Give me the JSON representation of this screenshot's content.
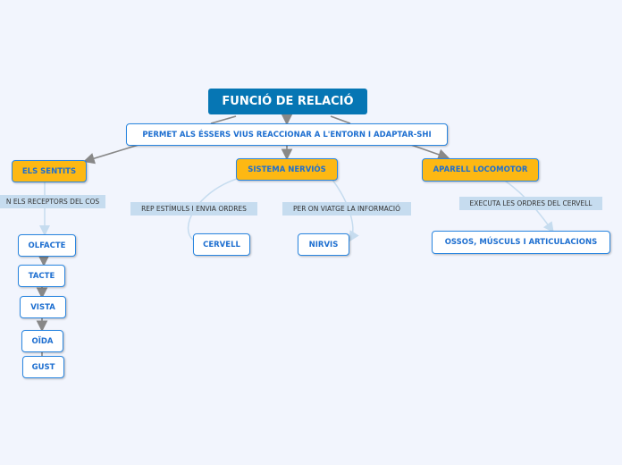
{
  "root": "FUNCIÓ DE RELACIÓ",
  "subtitle": "PERMET ALS ÉSSERS VIUS REACCIONAR A L'ENTORN I ADAPTAR-SHI",
  "branches": {
    "sentits": {
      "title": "ELS SENTITS",
      "label": "N ELS RECEPTORS DEL COS",
      "children": [
        "OLFACTE",
        "TACTE",
        "VISTA",
        "OÏDA",
        "GUST"
      ]
    },
    "nervios": {
      "title": "SISTEMA NERVIÓS",
      "label1": "REP ESTÍMULS I ENVIA ORDRES",
      "child1": "CERVELL",
      "label2": "PER ON VIATGE LA INFORMACIÓ",
      "child2": "NIRVIS"
    },
    "locomotor": {
      "title": "APARELL LOCOMOTOR",
      "label": "EXECUTA LES ORDRES DEL CERVELL",
      "child": "OSSOS, MÚSCULS I ARTICULACIONS"
    }
  },
  "colors": {
    "root": "#0676b4",
    "branch": "#fdb813",
    "text": "#1e6fd0"
  }
}
